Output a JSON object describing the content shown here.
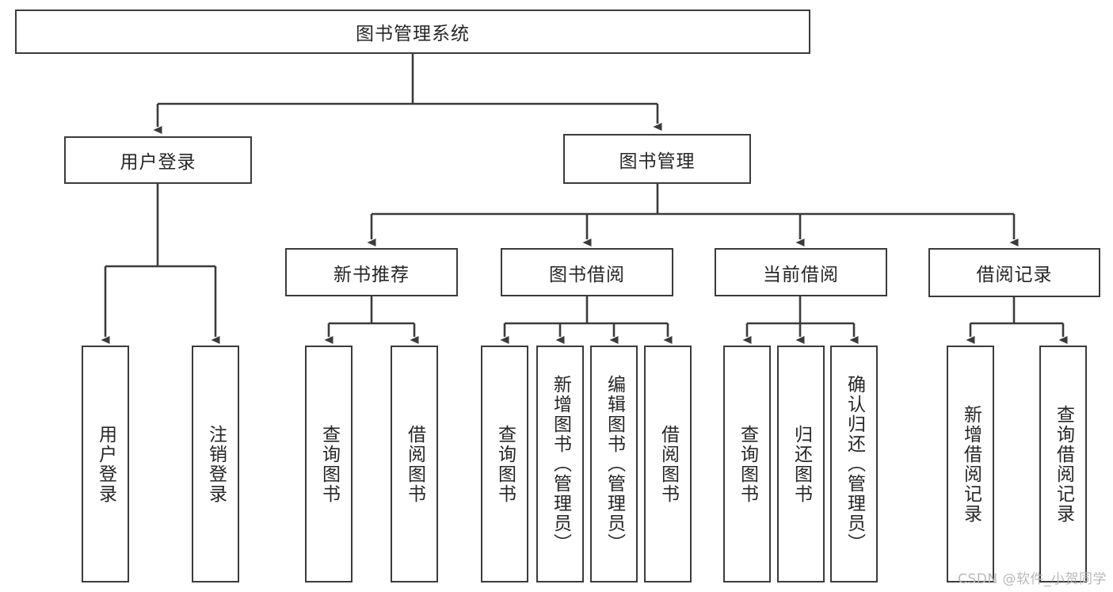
{
  "diagram": {
    "type": "tree-hierarchy-chart",
    "title": "图书管理系统",
    "watermark": "CSDN @软件_小贺同学",
    "colors": {
      "box_border": "#3b3b3b",
      "box_fill": "#ffffff",
      "connector": "#3b3b3b",
      "text": "#262626",
      "watermark": "#b9b9b9",
      "background": "#ffffff"
    },
    "nodes": {
      "root": {
        "label": "图书管理系统",
        "orientation": "horizontal"
      },
      "level2": [
        {
          "id": "user-login",
          "label": "用户登录",
          "orientation": "horizontal"
        },
        {
          "id": "book-management",
          "label": "图书管理",
          "orientation": "horizontal"
        }
      ],
      "level3": [
        {
          "id": "new-book-recommend",
          "label": "新书推荐",
          "orientation": "horizontal"
        },
        {
          "id": "book-borrow",
          "label": "图书借阅",
          "orientation": "horizontal"
        },
        {
          "id": "current-borrow",
          "label": "当前借阅",
          "orientation": "horizontal"
        },
        {
          "id": "borrow-record",
          "label": "借阅记录",
          "orientation": "horizontal"
        }
      ],
      "leaves": {
        "user-login": [
          {
            "id": "leaf-user-login",
            "label": "用户登录",
            "orientation": "vertical"
          },
          {
            "id": "leaf-logout",
            "label": "注销登录",
            "orientation": "vertical"
          }
        ],
        "new-book-recommend": [
          {
            "id": "leaf-query-book-1",
            "label": "查询图书",
            "orientation": "vertical"
          },
          {
            "id": "leaf-borrow-book-1",
            "label": "借阅图书",
            "orientation": "vertical"
          }
        ],
        "book-borrow": [
          {
            "id": "leaf-query-book-2",
            "label": "查询图书",
            "orientation": "vertical"
          },
          {
            "id": "leaf-add-book",
            "label": "新增图书（管理员）",
            "orientation": "vertical"
          },
          {
            "id": "leaf-edit-book",
            "label": "编辑图书（管理员）",
            "orientation": "vertical"
          },
          {
            "id": "leaf-borrow-book-2",
            "label": "借阅图书",
            "orientation": "vertical"
          }
        ],
        "current-borrow": [
          {
            "id": "leaf-query-book-3",
            "label": "查询图书",
            "orientation": "vertical"
          },
          {
            "id": "leaf-return-book",
            "label": "归还图书",
            "orientation": "vertical"
          },
          {
            "id": "leaf-confirm-return",
            "label": "确认归还（管理员）",
            "orientation": "vertical"
          }
        ],
        "borrow-record": [
          {
            "id": "leaf-add-record",
            "label": "新增借阅记录",
            "orientation": "vertical"
          },
          {
            "id": "leaf-query-record",
            "label": "查询借阅记录",
            "orientation": "vertical"
          }
        ]
      }
    }
  }
}
